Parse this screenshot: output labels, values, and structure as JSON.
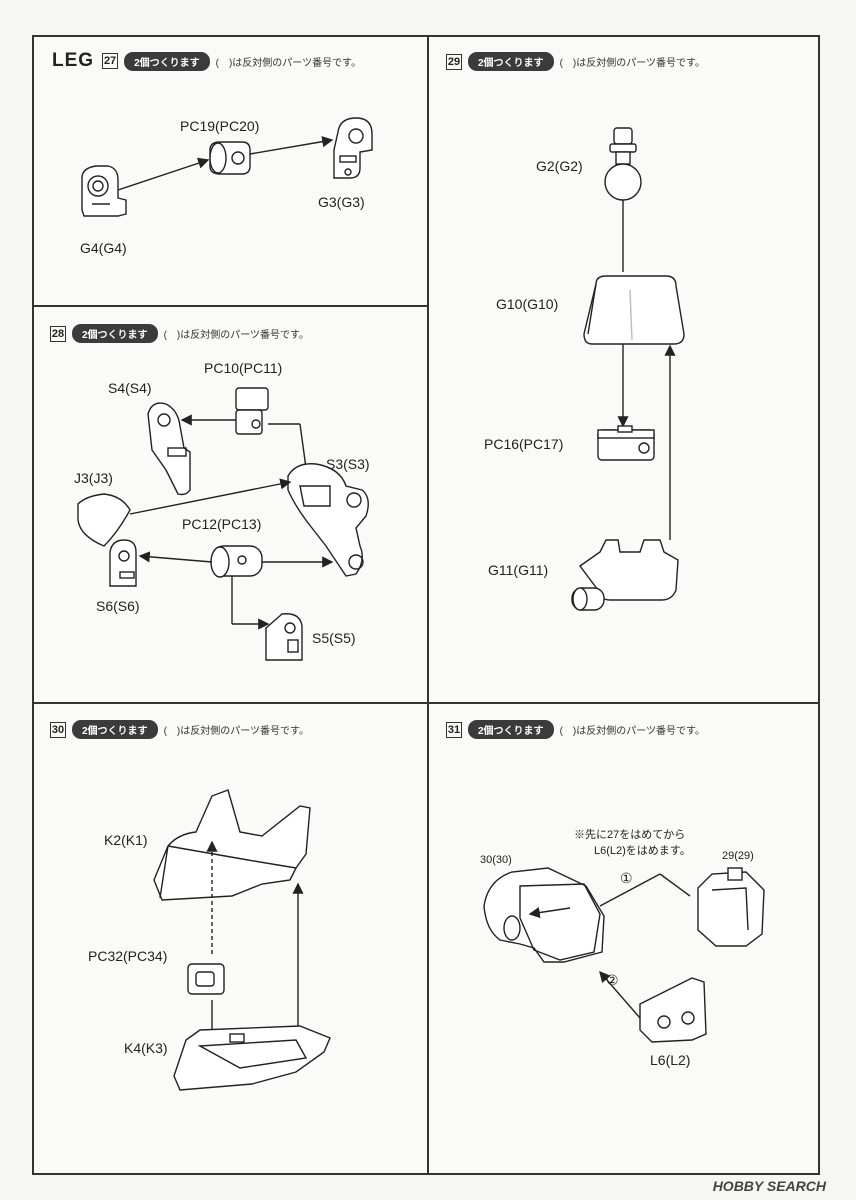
{
  "sections": {
    "s27": {
      "prefix": "LEG",
      "num": "27",
      "pill": "2個つくります",
      "note": "(　)は反対側のパーツ番号です。",
      "parts": {
        "pc19": "PC19(PC20)",
        "g3": "G3(G3)",
        "g4": "G4(G4)"
      }
    },
    "s28": {
      "num": "28",
      "pill": "2個つくります",
      "note": "(　)は反対側のパーツ番号です。",
      "parts": {
        "pc10": "PC10(PC11)",
        "s4": "S4(S4)",
        "s3": "S3(S3)",
        "j3": "J3(J3)",
        "pc12": "PC12(PC13)",
        "s6": "S6(S6)",
        "s5": "S5(S5)"
      }
    },
    "s29": {
      "num": "29",
      "pill": "2個つくります",
      "note": "(　)は反対側のパーツ番号です。",
      "parts": {
        "g2": "G2(G2)",
        "g10": "G10(G10)",
        "pc16": "PC16(PC17)",
        "g11": "G11(G11)"
      }
    },
    "s30": {
      "num": "30",
      "pill": "2個つくります",
      "note": "(　)は反対側のパーツ番号です。",
      "parts": {
        "k2": "K2(K1)",
        "pc32": "PC32(PC34)",
        "k4": "K4(K3)"
      }
    },
    "s31": {
      "num": "31",
      "pill": "2個つくります",
      "note": "(　)は反対側のパーツ番号です。",
      "caution1": "※先に27をはめてから",
      "caution2": "L6(L2)をはめます。",
      "ref30": "30(30)",
      "ref29": "29(29)",
      "mark1": "①",
      "mark2": "②",
      "parts": {
        "l6": "L6(L2)"
      }
    }
  },
  "footer": {
    "watermark": "HOBBY SEARCH"
  }
}
